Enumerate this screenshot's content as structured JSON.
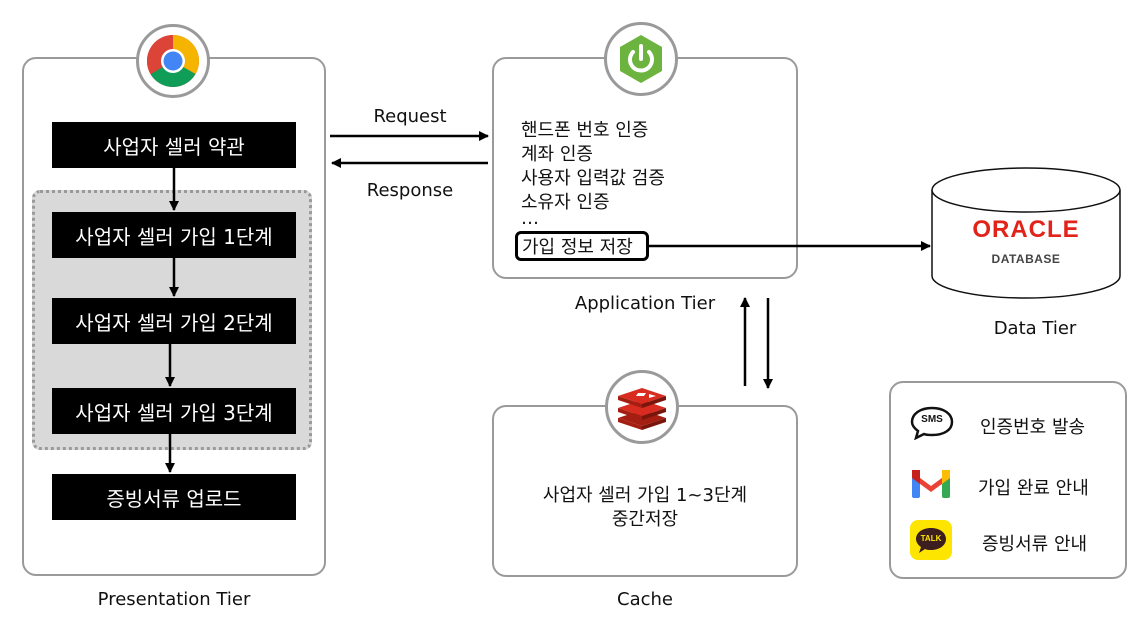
{
  "presentation": {
    "label": "Presentation Tier",
    "steps": [
      "사업자 셀러 약관",
      "사업자 셀러 가입 1단계",
      "사업자 셀러 가입 2단계",
      "사업자 셀러 가입 3단계",
      "증빙서류 업로드"
    ]
  },
  "arrows": {
    "request": "Request",
    "response": "Response"
  },
  "application": {
    "label": "Application Tier",
    "items": [
      "핸드폰 번호 인증",
      "계좌 인증",
      "사용자 입력값 검증",
      "소유자 인증",
      "…"
    ],
    "highlight": "가입 정보 저장"
  },
  "data_tier": {
    "label": "Data Tier",
    "logo_text": "ORACLE",
    "logo_sub": "DATABASE"
  },
  "cache": {
    "label": "Cache",
    "line1": "사업자 셀러 가입 1~3단계",
    "line2": "중간저장"
  },
  "legend": {
    "items": [
      {
        "icon_text": "SMS",
        "label": "인증번호 발송"
      },
      {
        "icon_text": "",
        "label": "가입 완료 안내"
      },
      {
        "icon_text": "TALK",
        "label": "증빙서류 안내"
      }
    ]
  },
  "colors": {
    "oracle_red": "#e2231a",
    "spring_green": "#6db33f",
    "redis_red": "#d82c20",
    "kakao_yellow": "#fee500"
  }
}
